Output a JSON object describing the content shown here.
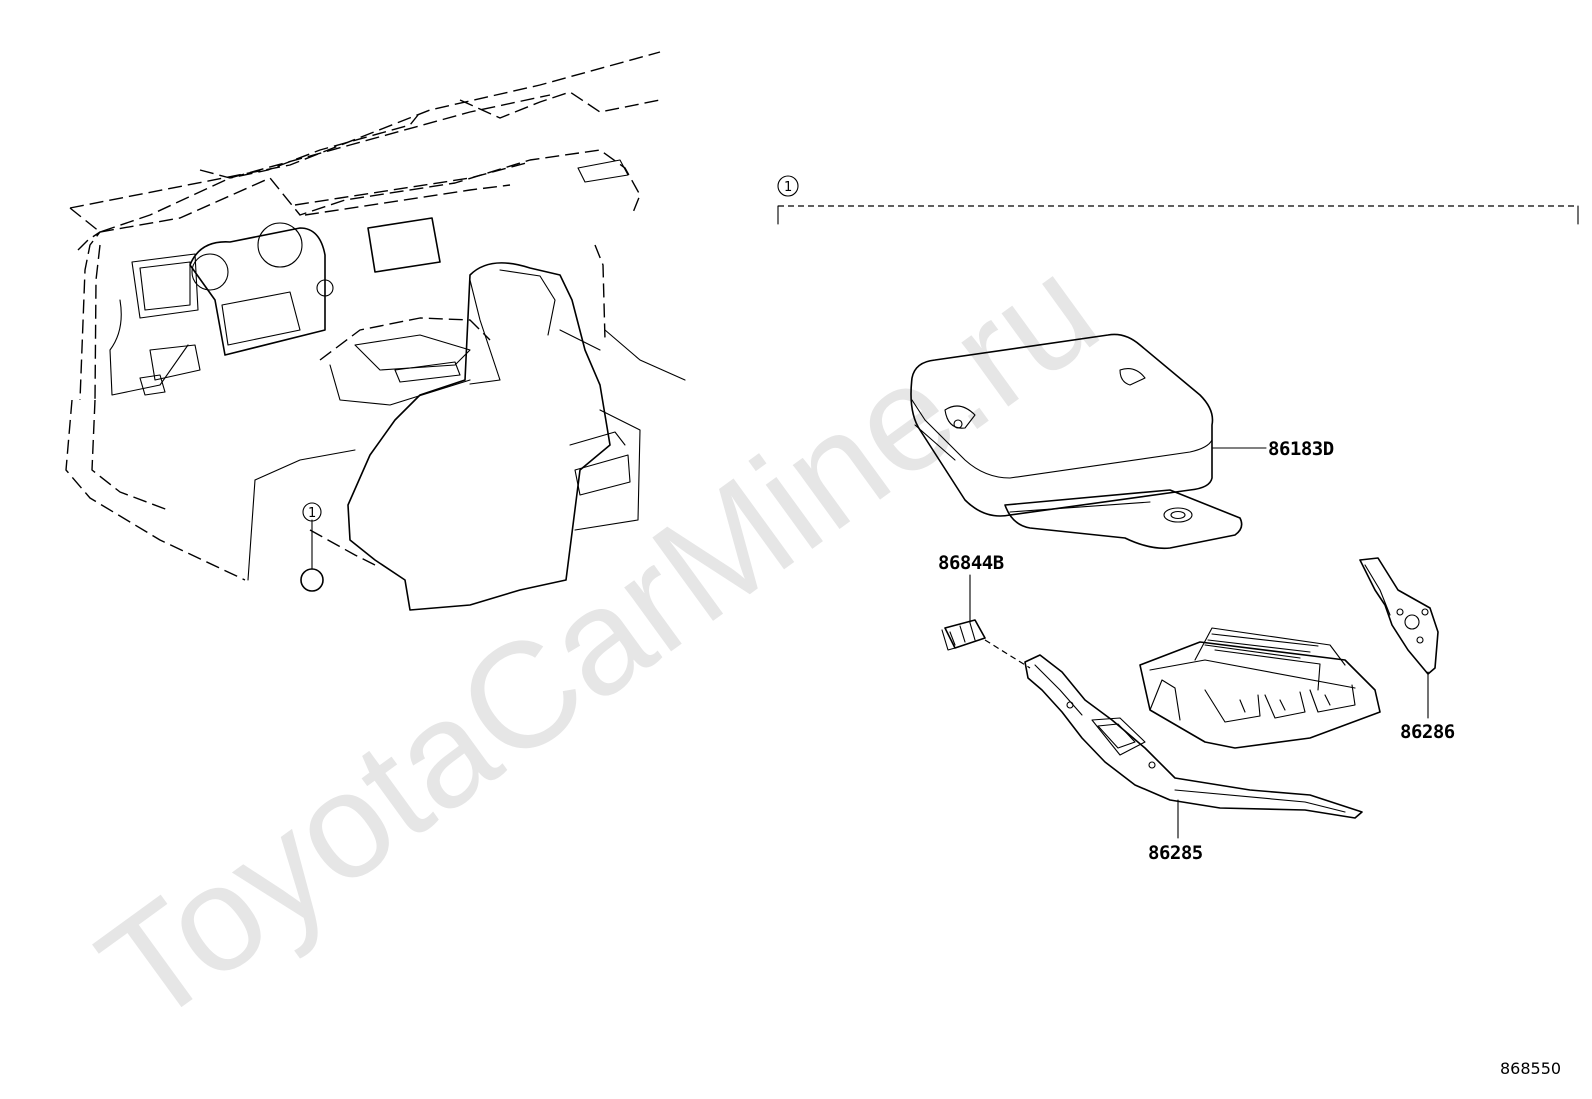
{
  "diagram": {
    "watermark": "ToyotaCarMine.ru",
    "figure_code": "868550",
    "callout_ref": "1",
    "group_ref": "1",
    "parts": [
      {
        "id": "p1",
        "part_number": "86183D"
      },
      {
        "id": "p2",
        "part_number": "86844B"
      },
      {
        "id": "p3",
        "part_number": "86286"
      },
      {
        "id": "p4",
        "part_number": "86285"
      }
    ]
  }
}
